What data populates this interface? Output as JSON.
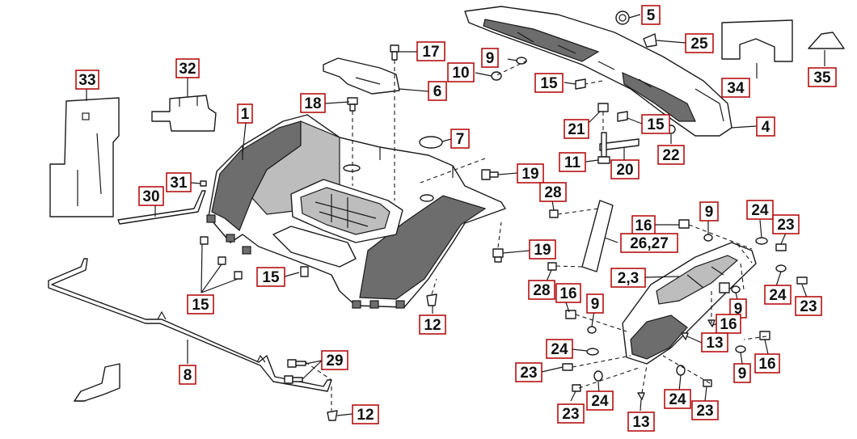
{
  "diagram": {
    "callout_border_color": "#b00000",
    "line_color": "#1a1a1a",
    "shading_color": "#6d6d6d",
    "callouts": {
      "c1": "1",
      "c2_3": "2,3",
      "c4": "4",
      "c5": "5",
      "c6": "6",
      "c7": "7",
      "c8": "8",
      "c9a": "9",
      "c9b": "9",
      "c9c": "9",
      "c9d": "9",
      "c9e": "9",
      "c10": "10",
      "c11": "11",
      "c12a": "12",
      "c12b": "12",
      "c13a": "13",
      "c13b": "13",
      "c15a": "15",
      "c15b": "15",
      "c15c": "15",
      "c15d": "15",
      "c16a": "16",
      "c16b": "16",
      "c16c": "16",
      "c16d": "16",
      "c17": "17",
      "c18": "18",
      "c19a": "19",
      "c19b": "19",
      "c20": "20",
      "c21": "21",
      "c22": "22",
      "c23a": "23",
      "c23b": "23",
      "c23c": "23",
      "c23d": "23",
      "c23e": "23",
      "c24a": "24",
      "c24b": "24",
      "c24c": "24",
      "c24d": "24",
      "c24e": "24",
      "c25": "25",
      "c26_27": "26,27",
      "c28a": "28",
      "c28b": "28",
      "c29": "29",
      "c30": "30",
      "c31": "31",
      "c32": "32",
      "c33": "33",
      "c34": "34",
      "c35": "35"
    }
  }
}
